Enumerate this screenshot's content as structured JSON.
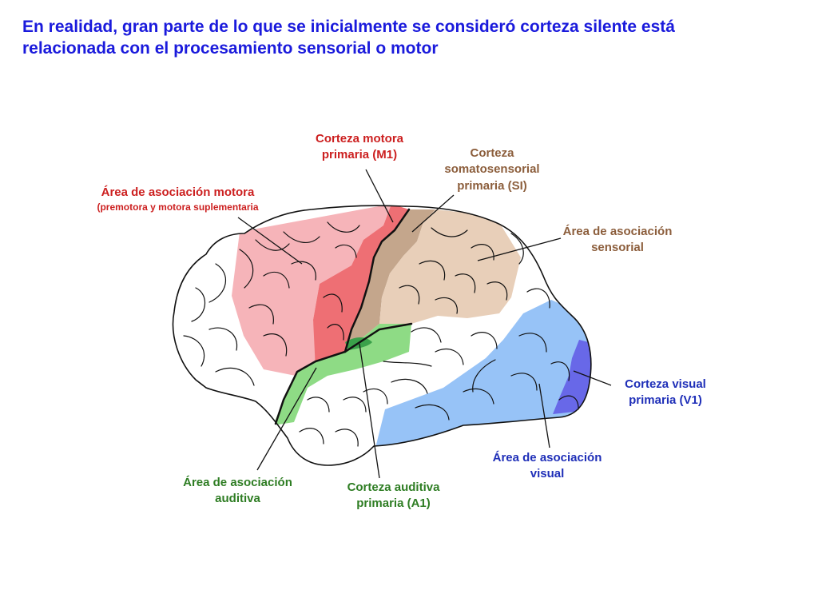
{
  "slide": {
    "title_line1": "En realidad, gran parte de lo que se inicialmente se consideró corteza silente está",
    "title_line2": "relacionada con el procesamiento sensorial o motor"
  },
  "colors": {
    "title": "#1a1adc",
    "motor_label": "#cc1f1f",
    "sensory_label": "#8c5e3c",
    "auditory_label": "#2e7d23",
    "visual_label": "#1f2fb8",
    "motor_assoc_fill": "#f6b4b9",
    "motor_primary_fill": "#ee6f74",
    "somatosensory_fill": "#c4a68c",
    "sensory_assoc_fill": "#e8cfb9",
    "auditory_primary_fill": "#3aa14a",
    "auditory_assoc_fill": "#8edb85",
    "visual_assoc_fill": "#97c3f7",
    "visual_primary_fill": "#6868e8"
  },
  "labels": {
    "motor_primary": {
      "line1": "Corteza motora",
      "line2": "primaria (M1)"
    },
    "somatosensory_primary": {
      "line1": "Corteza",
      "line2": "somatosensorial",
      "line3": "primaria (SI)"
    },
    "motor_association": {
      "line1": "Área de asociación motora",
      "line2": "(premotora y motora suplementaria"
    },
    "sensory_association": {
      "line1": "Área de asociación",
      "line2": "sensorial"
    },
    "visual_primary": {
      "line1": "Corteza visual",
      "line2": "primaria (V1)"
    },
    "visual_association": {
      "line1": "Área de asociación",
      "line2": "visual"
    },
    "auditory_association": {
      "line1": "Área de asociación",
      "line2": "auditiva"
    },
    "auditory_primary": {
      "line1": "Corteza auditiva",
      "line2": "primaria (A1)"
    }
  }
}
